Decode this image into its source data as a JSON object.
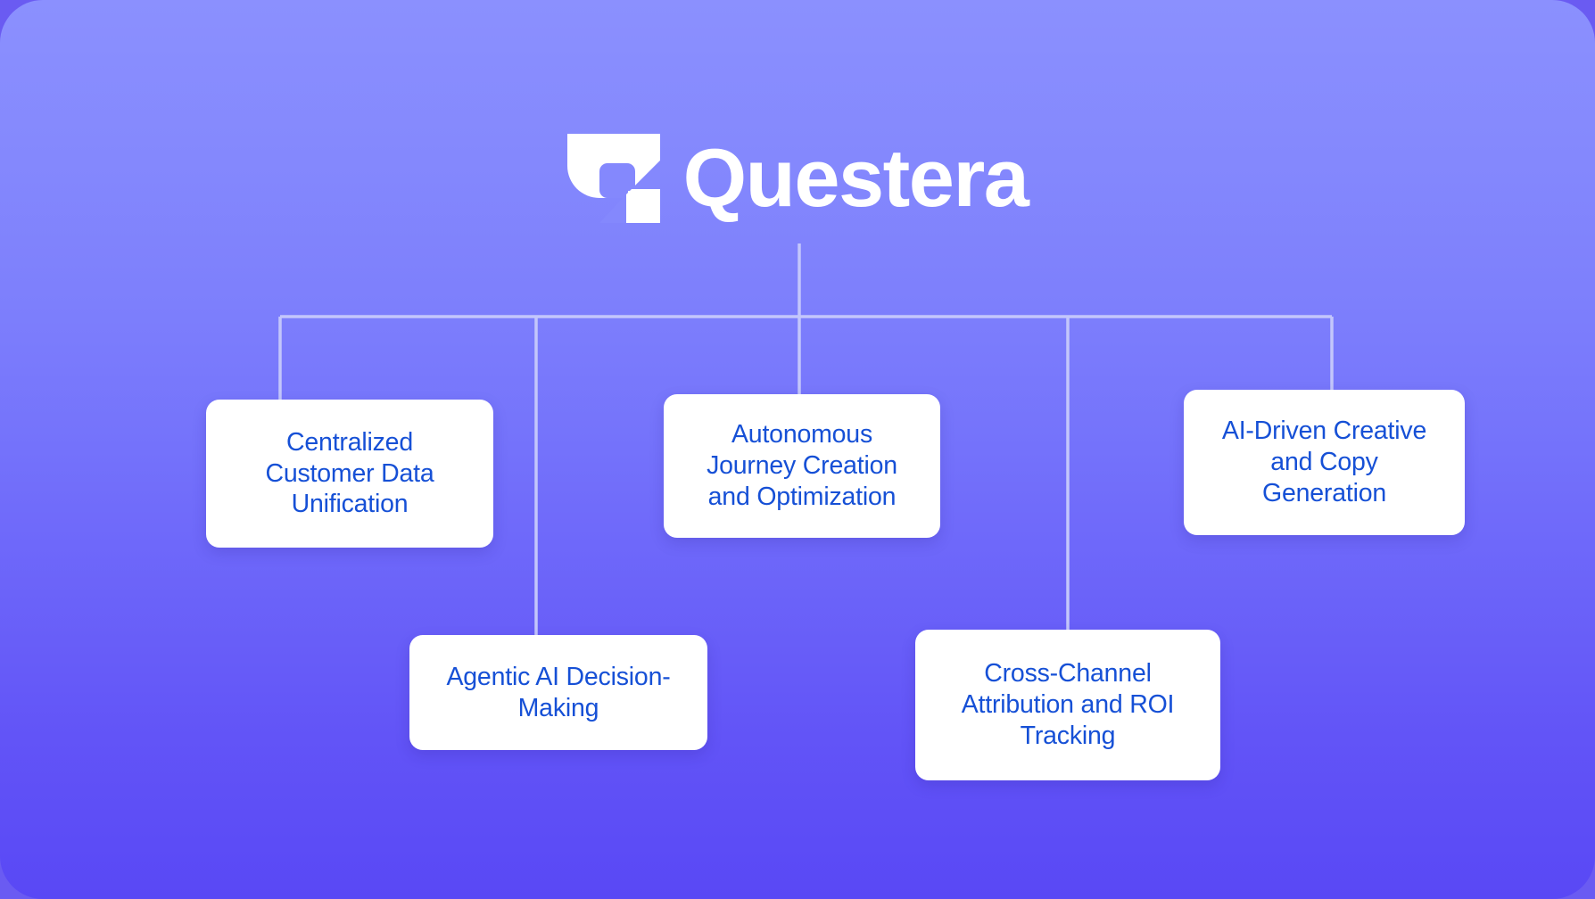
{
  "brand": {
    "name": "Questera",
    "logo_icon": "questera-logo-mark"
  },
  "diagram": {
    "type": "org-tree",
    "root": "Questera",
    "accent_color": "#1650d6",
    "card_background": "#ffffff",
    "connector_color": "#c3c6fb",
    "background_gradient_from": "#8b90fe",
    "background_gradient_to": "#5948f5",
    "nodes": [
      {
        "id": "node-centralized-customer-data-unification",
        "label": "Centralized\nCustomer Data\nUnification",
        "row": "top"
      },
      {
        "id": "node-autonomous-journey-creation",
        "label": "Autonomous\nJourney Creation\nand Optimization",
        "row": "top"
      },
      {
        "id": "node-ai-driven-creative-copy",
        "label": "AI-Driven Creative\nand Copy\nGeneration",
        "row": "top"
      },
      {
        "id": "node-agentic-ai-decision-making",
        "label": "Agentic AI Decision-\nMaking",
        "row": "bottom"
      },
      {
        "id": "node-cross-channel-attribution",
        "label": "Cross-Channel\nAttribution and ROI\nTracking",
        "row": "bottom"
      }
    ]
  }
}
